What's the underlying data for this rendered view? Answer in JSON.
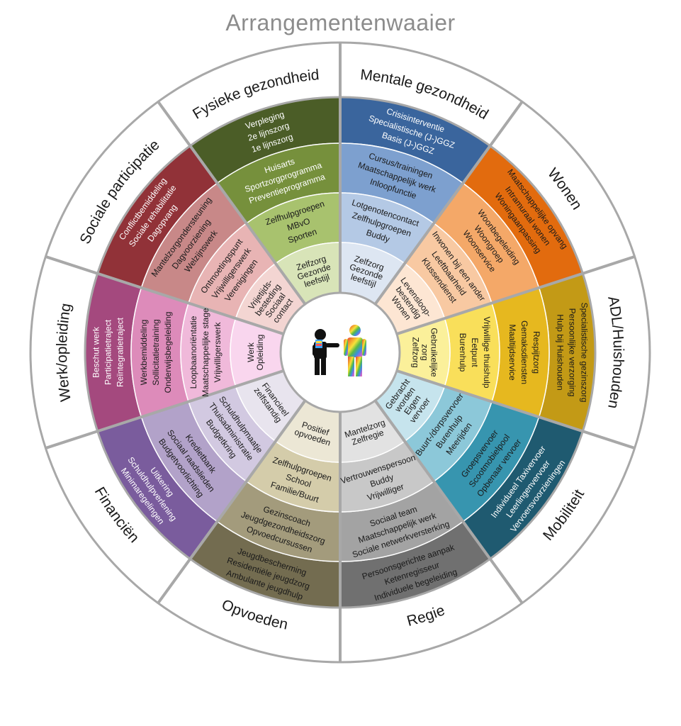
{
  "title": "Arrangementenwaaier",
  "segments": [
    {
      "name": "Sociale participatie",
      "colors": [
        "#913238",
        "#c88888",
        "#e8b4b4",
        "#f3d5d2"
      ],
      "text_colors": [
        "#ffffff",
        "#1a1a1a",
        "#1a1a1a",
        "#1a1a1a"
      ],
      "rings": [
        [
          "Conflictbemiddeling",
          "Sociale rehabilitatie",
          "Dagopvang"
        ],
        [
          "Mantelzorgondersteuning",
          "Dagvoorziening",
          "Welzijnswerk"
        ],
        [
          "Ontmoetingspunt",
          "Vrijwilligerswerk",
          "Verenigingen"
        ],
        [
          "Vrijetijds-",
          "besteding",
          "Sociaal",
          "contact"
        ]
      ]
    },
    {
      "name": "Fysieke gezondheid",
      "colors": [
        "#4b5d27",
        "#76903c",
        "#a8c26e",
        "#d8e4b8"
      ],
      "text_colors": [
        "#ffffff",
        "#ffffff",
        "#1a1a1a",
        "#1a1a1a"
      ],
      "rings": [
        [
          "Verpleging",
          "2e lijnszorg",
          "1e lijnszorg"
        ],
        [
          "Huisarts",
          "Sportzorgprogramma",
          "Preventieprogramma"
        ],
        [
          "Zelfhulpgroepen",
          "MBvO",
          "Sporten"
        ],
        [
          "Zelfzorg",
          "Gezonde",
          "leefstijl"
        ]
      ]
    },
    {
      "name": "Mentale gezondheid",
      "colors": [
        "#3a659d",
        "#7da0cf",
        "#b4c9e5",
        "#dde6f2"
      ],
      "text_colors": [
        "#ffffff",
        "#1a1a1a",
        "#1a1a1a",
        "#1a1a1a"
      ],
      "rings": [
        [
          "Crisisinterventie",
          "Specialistische (J-)GGZ",
          "Basis (J-)GGZ"
        ],
        [
          "Cursus/trainingen",
          "Maatschappelijk werk",
          "Inloopfunctie"
        ],
        [
          "Lotgenotencontact",
          "Zelfhulpgroepen",
          "Buddy"
        ],
        [
          "Zelfzorg",
          "Gezonde",
          "leefstijl"
        ]
      ]
    },
    {
      "name": "Wonen",
      "colors": [
        "#e26b0e",
        "#f4a868",
        "#f8c9a2",
        "#fde6d3"
      ],
      "text_colors": [
        "#1a1a1a",
        "#1a1a1a",
        "#1a1a1a",
        "#1a1a1a"
      ],
      "rings": [
        [
          "Maatschappelijke opvang",
          "Intramuraal wonen",
          "Woningaanpassing"
        ],
        [
          "Woonbegeleiding",
          "Woongroep",
          "Woonservice"
        ],
        [
          "Inwonen bij een ander",
          "Leeftbaarheid",
          "Klussendienst"
        ],
        [
          "Levensloop-",
          "bestendig",
          "Wonen"
        ]
      ]
    },
    {
      "name": "ADL/Huishouden",
      "colors": [
        "#c39a16",
        "#e6b81f",
        "#f9df5a",
        "#fbf09a"
      ],
      "text_colors": [
        "#1a1a1a",
        "#1a1a1a",
        "#1a1a1a",
        "#1a1a1a"
      ],
      "rings": [
        [
          "Specialistische gezinszorg",
          "Persoonlijke verzorging",
          "Hulp bij Huishouden"
        ],
        [
          "Respijtzorg",
          "Gemaksdiensten",
          "Maaltijdservice"
        ],
        [
          "Vrijwillige thuishulp",
          "Eetpunt",
          "Burenhulp"
        ],
        [
          "Gebruikelijke",
          "zorg",
          "Zelfzorg"
        ]
      ]
    },
    {
      "name": "Mobiliteit",
      "colors": [
        "#1f5a70",
        "#3795af",
        "#8cc8d9",
        "#c6e4ed"
      ],
      "text_colors": [
        "#ffffff",
        "#1a1a1a",
        "#1a1a1a",
        "#1a1a1a"
      ],
      "rings": [
        [
          "Individueel Taxivervoer",
          "Leerlingenvervoer",
          "Vervoersvoorzieningen"
        ],
        [
          "Groepsvervoer",
          "Scootmobielpool",
          "Opbenaar vervoer"
        ],
        [
          "Buurt-/dorpsvervoer",
          "Burenhulp",
          "Meerijden"
        ],
        [
          "Gebracht",
          "worden",
          "Eigen",
          "vervoer"
        ]
      ]
    },
    {
      "name": "Regie",
      "colors": [
        "#707070",
        "#a3a3a3",
        "#c8c8c8",
        "#e2e2e2"
      ],
      "text_colors": [
        "#1a1a1a",
        "#1a1a1a",
        "#1a1a1a",
        "#1a1a1a"
      ],
      "rings": [
        [
          "Persoonsgerichte aanpak",
          "Ketenregisseur",
          "Individuele begeleiding"
        ],
        [
          "Sociaal team",
          "Maatschappelijk werk",
          "Sociale netwerkversterking"
        ],
        [
          "Vertrouwenspersoon",
          "Buddy",
          "Vrijwilliger"
        ],
        [
          "Mantelzorg",
          "Zelfregie"
        ]
      ]
    },
    {
      "name": "Opvoeden",
      "colors": [
        "#736c50",
        "#a39b7c",
        "#d4ccaa",
        "#ece7d5"
      ],
      "text_colors": [
        "#1a1a1a",
        "#1a1a1a",
        "#1a1a1a",
        "#1a1a1a"
      ],
      "rings": [
        [
          "Jeugdbescherming",
          "Residentiële jeugdzorg",
          "Ambulante jeugdhulp"
        ],
        [
          "Gezinscoach",
          "Jeugdgezondheidszorg",
          "Opvoedcursussen"
        ],
        [
          "Zelfhulpgroepen",
          "School",
          "Familie/Buurt"
        ],
        [
          "Positief",
          "opvoeden"
        ]
      ]
    },
    {
      "name": "Financiën",
      "colors": [
        "#7a5c9d",
        "#b2a2c9",
        "#d2c9e1",
        "#e8e4ee"
      ],
      "text_colors": [
        "#ffffff",
        "#1a1a1a",
        "#1a1a1a",
        "#1a1a1a"
      ],
      "rings": [
        [
          "Uitkering",
          "Schuldhulpverlening",
          "Minimaregelingen"
        ],
        [
          "Kredietbank",
          "Sociaal raadslieden",
          "Budgetvoorlichting"
        ],
        [
          "Schuldhulpmaatje",
          "Thuisadministratie",
          "Budgetkring"
        ],
        [
          "Financieel",
          "zelfstandig"
        ]
      ]
    },
    {
      "name": "Werk/opleiding",
      "colors": [
        "#a4497e",
        "#dd8bba",
        "#f0b9da",
        "#f9d6ee"
      ],
      "text_colors": [
        "#ffffff",
        "#1a1a1a",
        "#1a1a1a",
        "#1a1a1a"
      ],
      "rings": [
        [
          "Beschut werk",
          "Participatietraject",
          "Reïntegratietraject"
        ],
        [
          "Werkbemiddeling",
          "Sollicitatietraining",
          "Onderwijsbegeleiding"
        ],
        [
          "Loopbaanoriëntatie",
          "Maatschappelijke stage",
          "Vrijwilligerswerk"
        ],
        [
          "Werk",
          "Opleiding"
        ]
      ]
    }
  ]
}
